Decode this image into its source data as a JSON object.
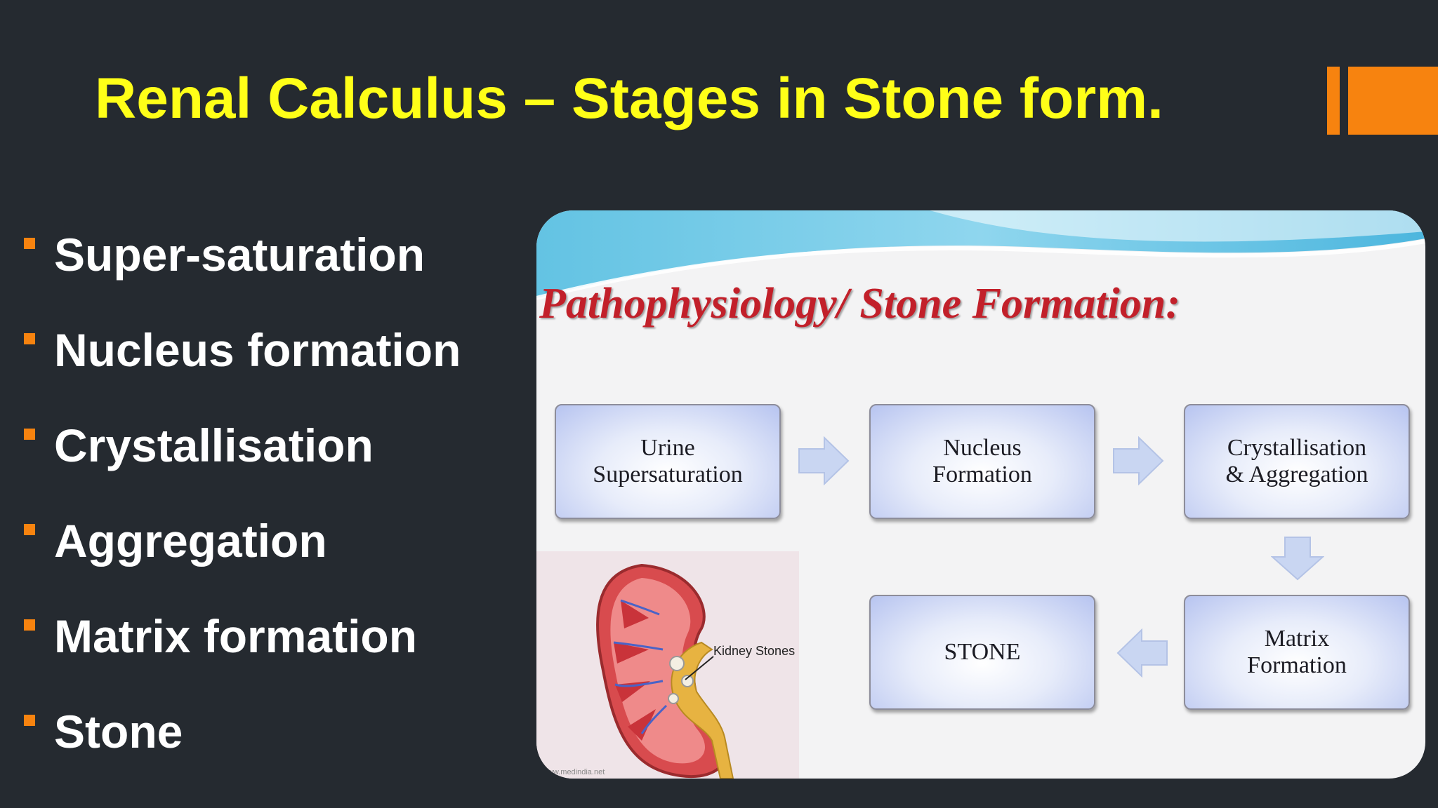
{
  "slide": {
    "title": "Renal Calculus – Stages in Stone form.",
    "colors": {
      "background": "#252a30",
      "title": "#ffff18",
      "accent": "#f7830f",
      "bullet_text": "#ffffff"
    }
  },
  "bullets": [
    "Super-saturation",
    "Nucleus formation",
    "Crystallisation",
    "Aggregation",
    "Matrix formation",
    "Stone"
  ],
  "diagram": {
    "heading": "Pathophysiology/ Stone Formation:",
    "steps": [
      "Urine\nSupersaturation",
      "Nucleus\nFormation",
      "Crystallisation\n& Aggregation",
      "Matrix\nFormation",
      "STONE"
    ],
    "image": {
      "label": "Kidney Stones",
      "watermark": "www.medindia.net"
    },
    "colors": {
      "heading": "#c2202a",
      "arrow": "#c9d6f2"
    }
  }
}
